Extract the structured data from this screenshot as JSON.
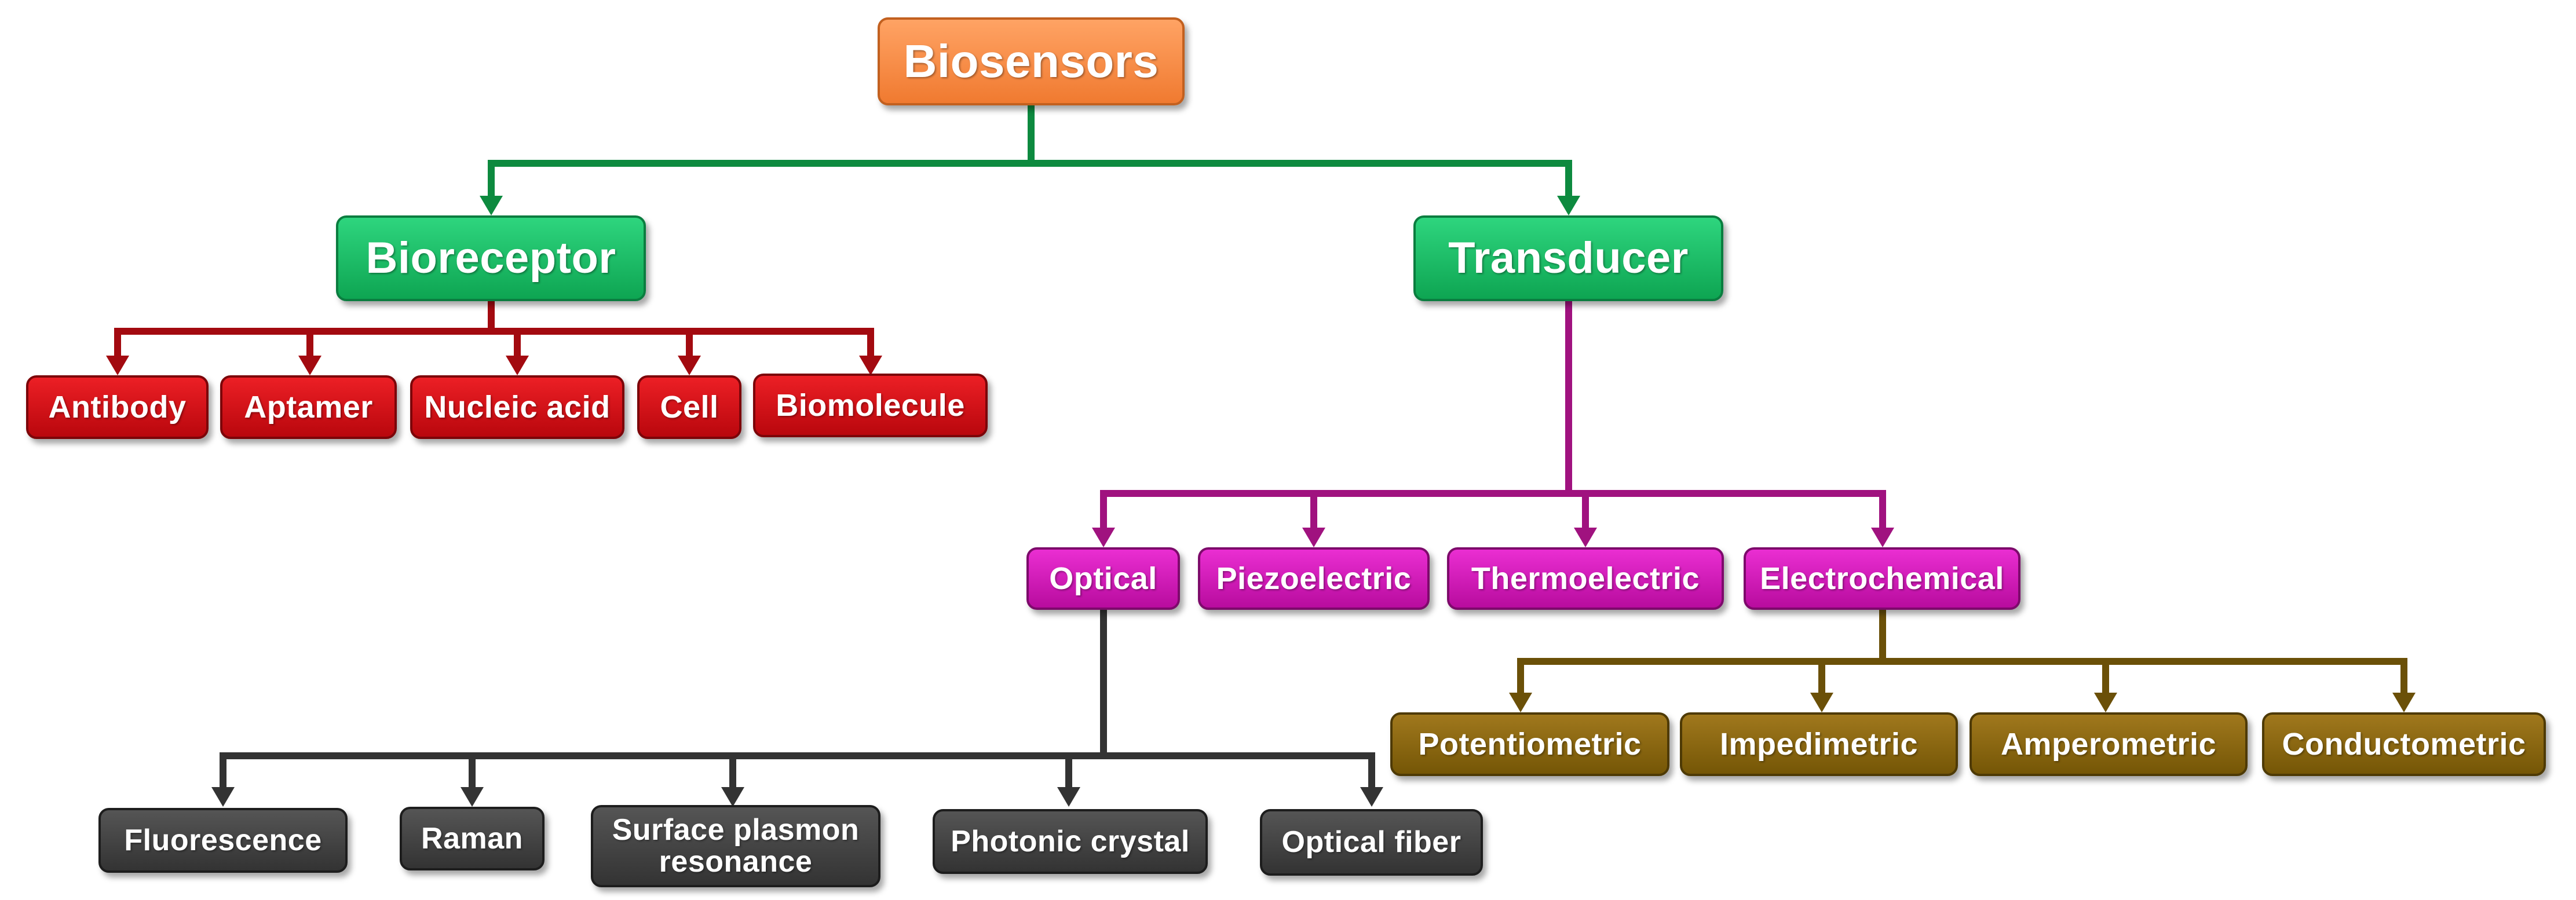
{
  "diagram": {
    "root": {
      "label": "Biosensors",
      "color": "#f58a42"
    },
    "branches": {
      "bioreceptor": {
        "label": "Bioreceptor",
        "color": "#17c066",
        "children": [
          "Antibody",
          "Aptamer",
          "Nucleic acid",
          "Cell",
          "Biomolecule"
        ],
        "connector_color": "#a30a10"
      },
      "transducer": {
        "label": "Transducer",
        "color": "#17c066",
        "children": [
          "Optical",
          "Piezoelectric",
          "Thermoelectric",
          "Electrochemical"
        ],
        "connector_color": "#a0127f"
      }
    },
    "optical": {
      "children": [
        "Fluorescence",
        "Raman",
        "Surface plasmon resonance",
        "Photonic crystal",
        "Optical fiber"
      ],
      "connector_color": "#333333"
    },
    "electrochemical": {
      "children": [
        "Potentiometric",
        "Impedimetric",
        "Amperometric",
        "Conductometric"
      ],
      "connector_color": "#6b5008"
    },
    "root_connector_color": "#0d8a3f"
  }
}
